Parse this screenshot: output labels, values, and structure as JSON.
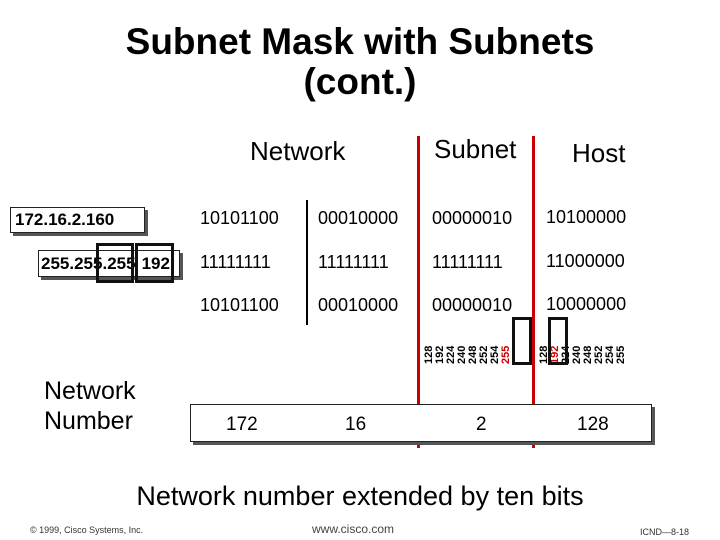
{
  "title_line1": "Subnet Mask with Subnets",
  "title_line2": "(cont.)",
  "headers": {
    "network": "Network",
    "subnet": "Subnet",
    "host": "Host"
  },
  "ip": {
    "label": "172.16.2.160",
    "bits": [
      "10101100",
      "00010000",
      "00000010",
      "10100000"
    ]
  },
  "mask": {
    "label_a": "255.255.",
    "label_b": "255",
    "label_c": "192",
    "bits": [
      "11111111",
      "11111111",
      "11111111",
      "11000000"
    ]
  },
  "result_bits": [
    "10101100",
    "00010000",
    "00000010",
    "10000000"
  ],
  "ticks_third": [
    "128",
    "192",
    "224",
    "240",
    "248",
    "252",
    "254",
    "255"
  ],
  "ticks_fourth": [
    "128",
    "192",
    "224",
    "240",
    "248",
    "252",
    "254",
    "255"
  ],
  "network_number": {
    "label_line1": "Network",
    "label_line2": "Number",
    "values": [
      "172",
      "16",
      "2",
      "128"
    ]
  },
  "caption": "Network number extended by ten bits",
  "footer": {
    "copyright": "© 1999, Cisco Systems, Inc.",
    "url": "www.cisco.com",
    "code": "ICND—8-18"
  },
  "colors": {
    "divider": "#cc0000",
    "highlight_tick": "#cc0000"
  }
}
